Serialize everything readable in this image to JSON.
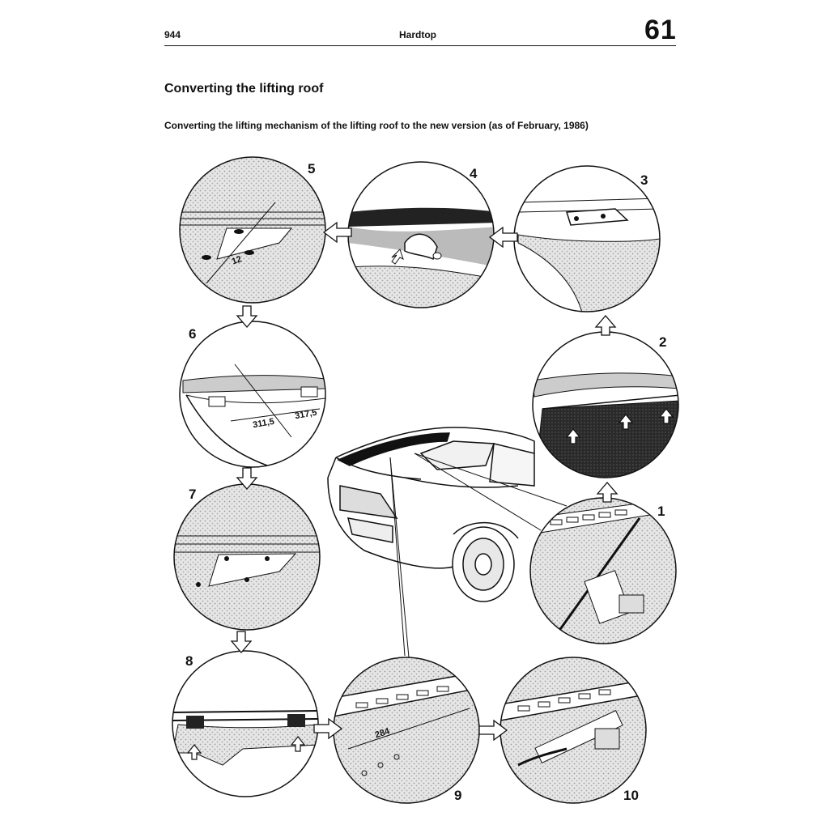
{
  "header": {
    "model": "944",
    "title": "Hardtop",
    "page_number": "61"
  },
  "section": {
    "title": "Converting the lifting roof",
    "subtitle": "Converting the lifting mechanism of the lifting roof to the new version (as of February, 1986)"
  },
  "steps": [
    {
      "number": "1"
    },
    {
      "number": "2"
    },
    {
      "number": "3"
    },
    {
      "number": "4"
    },
    {
      "number": "5",
      "dimension": "12"
    },
    {
      "number": "6",
      "dimension_left": "311,5",
      "dimension_right": "317,5"
    },
    {
      "number": "7"
    },
    {
      "number": "8"
    },
    {
      "number": "9",
      "dimension": "284"
    },
    {
      "number": "10"
    }
  ]
}
